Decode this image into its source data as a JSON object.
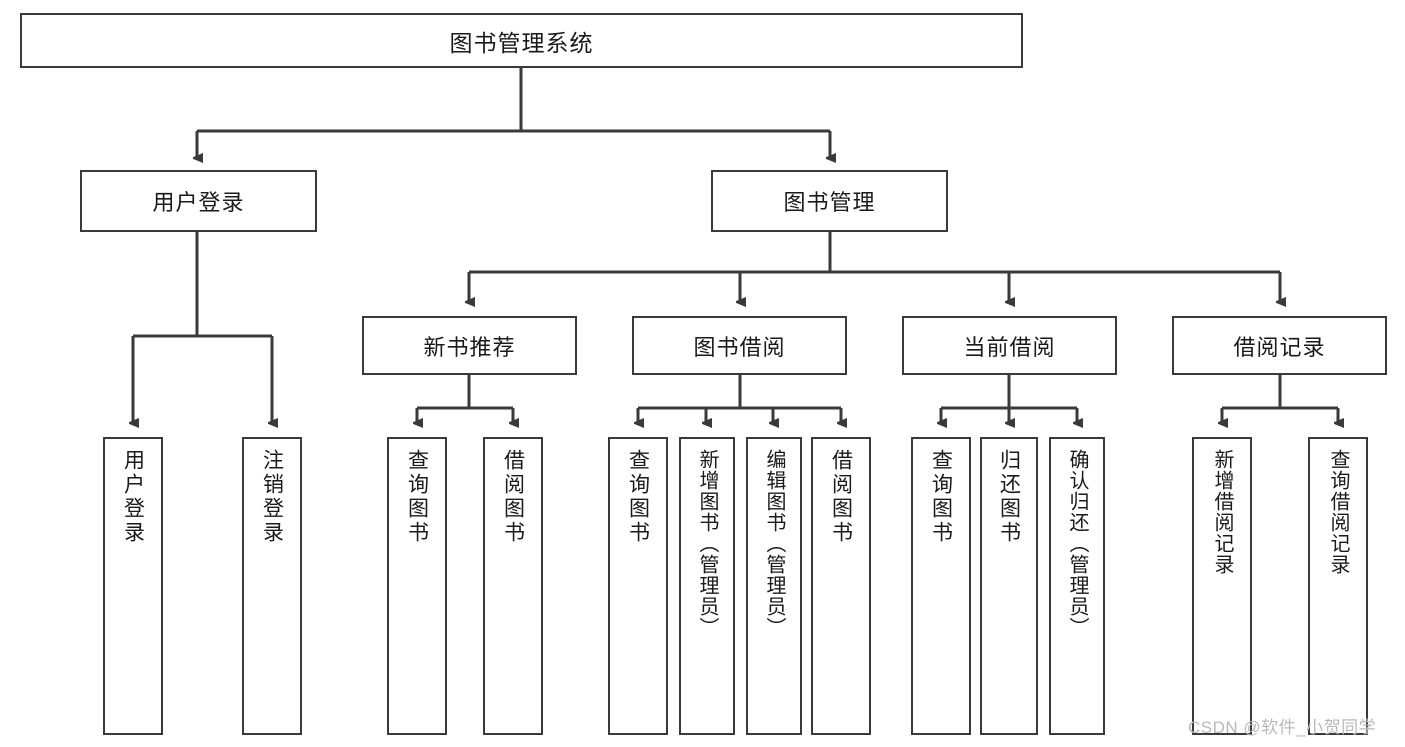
{
  "diagram": {
    "type": "hierarchy-tree",
    "title": "图书管理系统",
    "root": {
      "id": "root",
      "label": "图书管理系统"
    },
    "level2": [
      {
        "id": "user-login",
        "label": "用户登录"
      },
      {
        "id": "book-manage",
        "label": "图书管理"
      }
    ],
    "level3": [
      {
        "id": "new-book-recommend",
        "label": "新书推荐"
      },
      {
        "id": "book-borrow",
        "label": "图书借阅"
      },
      {
        "id": "current-borrow",
        "label": "当前借阅"
      },
      {
        "id": "borrow-record",
        "label": "借阅记录"
      }
    ],
    "leaves": {
      "user_login": [
        {
          "id": "leaf-user-login",
          "label": "用户登录"
        },
        {
          "id": "leaf-logout",
          "label": "注销登录"
        }
      ],
      "new_book_recommend": [
        {
          "id": "leaf-query-book-1",
          "label": "查询图书"
        },
        {
          "id": "leaf-borrow-book-1",
          "label": "借阅图书"
        }
      ],
      "book_borrow": [
        {
          "id": "leaf-query-book-2",
          "label": "查询图书"
        },
        {
          "id": "leaf-add-book",
          "label": "新增图书（管理员）"
        },
        {
          "id": "leaf-edit-book",
          "label": "编辑图书（管理员）"
        },
        {
          "id": "leaf-borrow-book-2",
          "label": "借阅图书"
        }
      ],
      "current_borrow": [
        {
          "id": "leaf-query-book-3",
          "label": "查询图书"
        },
        {
          "id": "leaf-return-book",
          "label": "归还图书"
        },
        {
          "id": "leaf-confirm-return",
          "label": "确认归还（管理员）"
        }
      ],
      "borrow_record": [
        {
          "id": "leaf-add-record",
          "label": "新增借阅记录"
        },
        {
          "id": "leaf-query-record",
          "label": "查询借阅记录"
        }
      ]
    }
  },
  "watermark": {
    "text": "CSDN @软件_小贺同学"
  },
  "colors": {
    "box_border": "#3a3a3a",
    "box_fill": "#ffffff",
    "connector": "#3a3a3a",
    "text": "#1a1a1a",
    "watermark": "#b9b9b9",
    "background": "#ffffff"
  }
}
